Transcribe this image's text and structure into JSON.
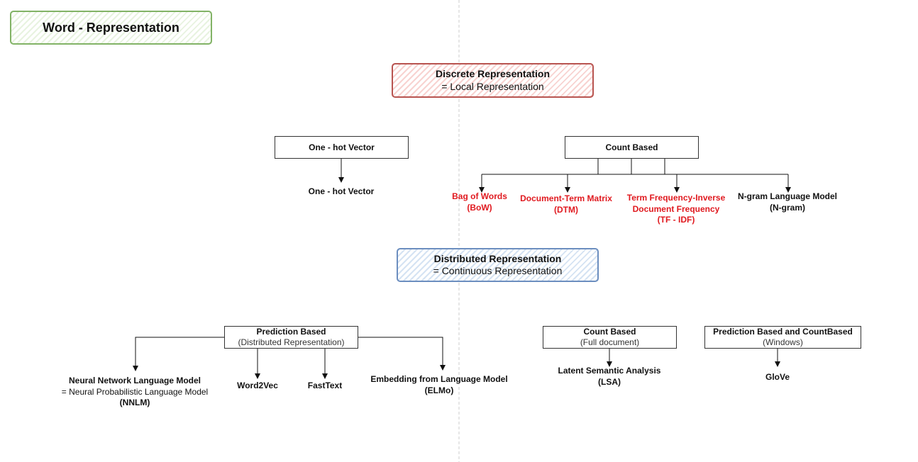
{
  "title": "Word -  Representation",
  "discrete": {
    "line1": "Discrete Representation",
    "line2": "= Local Representation",
    "one_hot": {
      "box": "One - hot Vector",
      "children": [
        "One - hot Vector"
      ]
    },
    "count_based": {
      "box": "Count Based",
      "children": [
        {
          "line1": "Bag of Words",
          "line2": "(BoW)"
        },
        {
          "line1": "Document-Term Matrix",
          "line2": "(DTM)"
        },
        {
          "line1": "Term Frequency-Inverse",
          "line2": "Document Frequency",
          "line3": "(TF - IDF)"
        },
        {
          "line1": "N-gram Language Model",
          "line2": "(N-gram)"
        }
      ]
    }
  },
  "distributed": {
    "line1": "Distributed Representation",
    "line2": "= Continuous Representation",
    "prediction_based": {
      "line1": "Prediction Based",
      "line2": "(Distributed Representation)",
      "children": [
        {
          "line1": "Neural Network Language Model",
          "line2": "= Neural Probabilistic Language Model",
          "line3": "(NNLM)"
        },
        {
          "line1": "Word2Vec"
        },
        {
          "line1": "FastText"
        },
        {
          "line1": "Embedding from Language Model",
          "line2": "(ELMo)"
        }
      ]
    },
    "count_based": {
      "line1": "Count Based",
      "line2": "(Full document)",
      "children": [
        {
          "line1": "Latent Semantic Analysis",
          "line2": "(LSA)"
        }
      ]
    },
    "hybrid": {
      "line1": "Prediction Based and CountBased",
      "line2": "(Windows)",
      "children": [
        {
          "line1": "GloVe"
        }
      ]
    }
  },
  "colors": {
    "title_stroke": "#82b366",
    "discrete_stroke": "#b85450",
    "distributed_stroke": "#6c8ebf",
    "highlight_text": "#e0191f",
    "divider": "#cccccc"
  }
}
